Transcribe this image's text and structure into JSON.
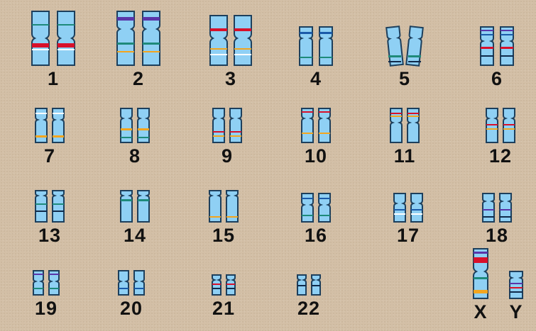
{
  "karyotype": {
    "pairs": [
      {
        "label": "1"
      },
      {
        "label": "2"
      },
      {
        "label": "3"
      },
      {
        "label": "4"
      },
      {
        "label": "5"
      },
      {
        "label": "6"
      },
      {
        "label": "7"
      },
      {
        "label": "8"
      },
      {
        "label": "9"
      },
      {
        "label": "10"
      },
      {
        "label": "11"
      },
      {
        "label": "12"
      },
      {
        "label": "13"
      },
      {
        "label": "14"
      },
      {
        "label": "15"
      },
      {
        "label": "16"
      },
      {
        "label": "17"
      },
      {
        "label": "18"
      },
      {
        "label": "19"
      },
      {
        "label": "20"
      },
      {
        "label": "21"
      },
      {
        "label": "22"
      }
    ],
    "sex_chromosomes": [
      {
        "label": "X"
      },
      {
        "label": "Y"
      }
    ]
  },
  "colors": {
    "background": "#d3bfa6",
    "chromosome_fill": "#8fd0f4",
    "chromosome_outline": "#1d3f5c",
    "band_colors": [
      "#d8102a",
      "#5a35a8",
      "#1e8a7a",
      "#f3a51e",
      "#ffffff",
      "#1b5aa8",
      "#102a4a"
    ]
  }
}
